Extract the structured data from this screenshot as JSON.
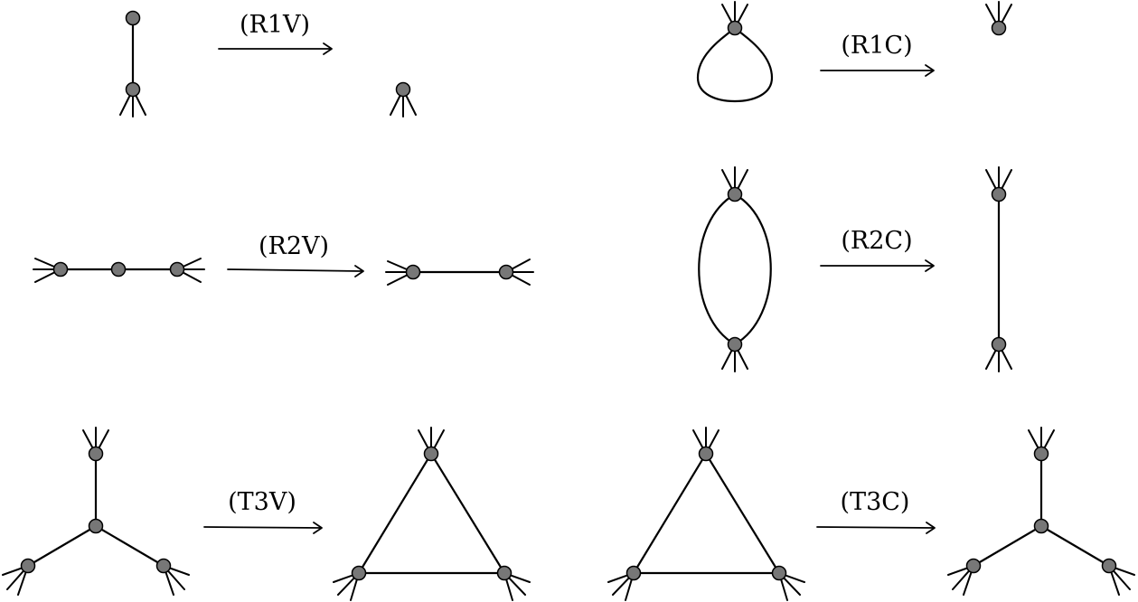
{
  "diagram": {
    "rules": [
      {
        "label": "(R1V)"
      },
      {
        "label": "(R1C)"
      },
      {
        "label": "(R2V)"
      },
      {
        "label": "(R2C)"
      },
      {
        "label": "(T3V)"
      },
      {
        "label": "(T3C)"
      }
    ]
  },
  "colors": {
    "vertex_fill": "#777777",
    "stroke": "#000000",
    "background": "#ffffff"
  }
}
